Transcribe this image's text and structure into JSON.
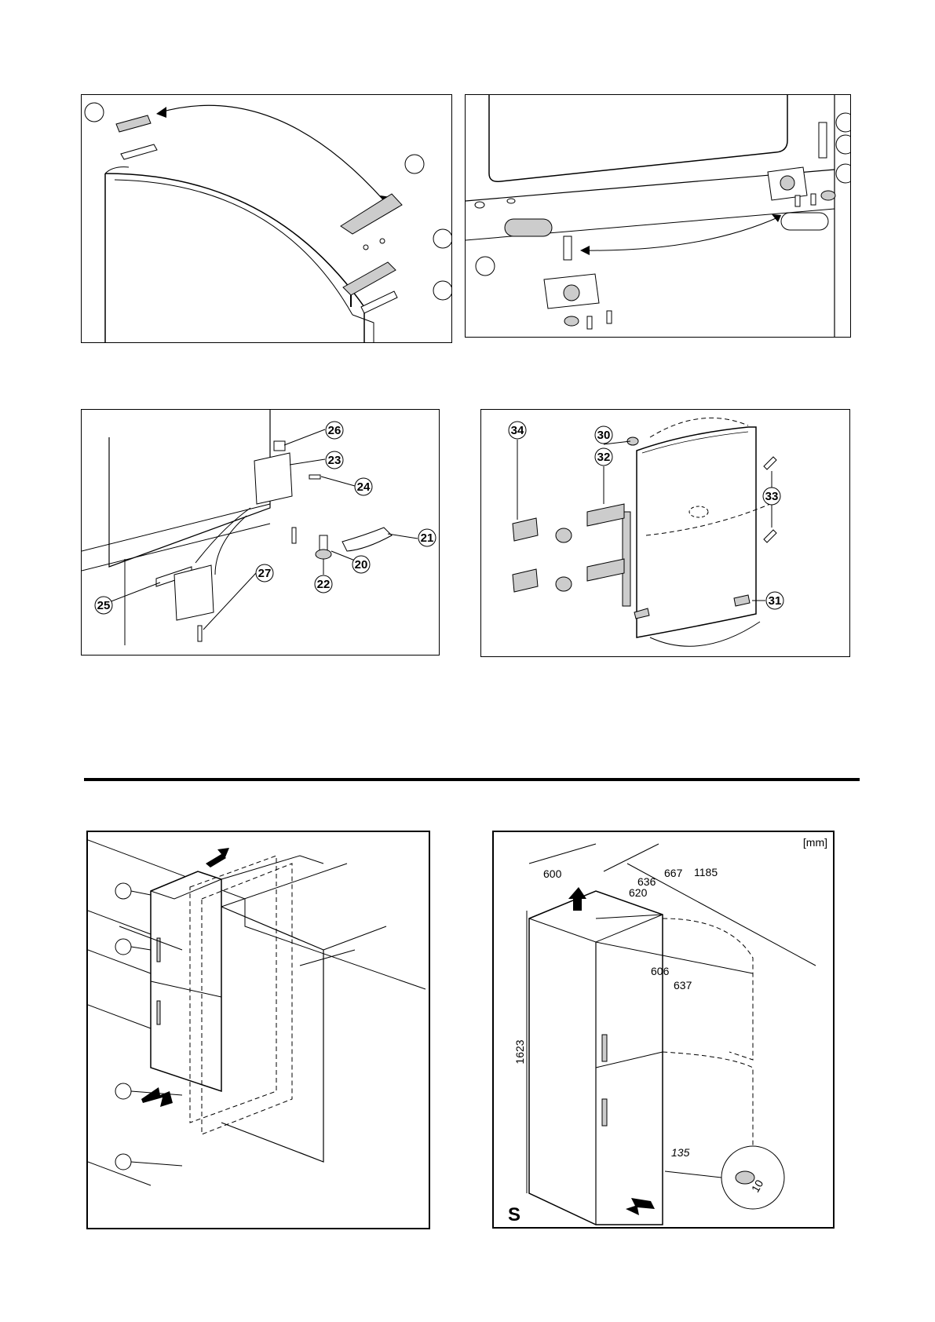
{
  "panel3": {
    "labels": [
      "26",
      "23",
      "24",
      "21",
      "20",
      "22",
      "27",
      "25"
    ]
  },
  "panel4": {
    "labels": [
      "34",
      "30",
      "32",
      "33",
      "31"
    ]
  },
  "panel6": {
    "unit": "[mm]",
    "variant": "S",
    "dimensions": {
      "d600": "600",
      "d636": "636",
      "d667": "667",
      "d1185": "1185",
      "d620": "620",
      "d606": "606",
      "d637": "637",
      "d1623": "1623",
      "d135": "135",
      "d10": "10"
    }
  },
  "colors": {
    "line": "#000000",
    "part_fill": "#cccccc",
    "background": "#ffffff"
  }
}
